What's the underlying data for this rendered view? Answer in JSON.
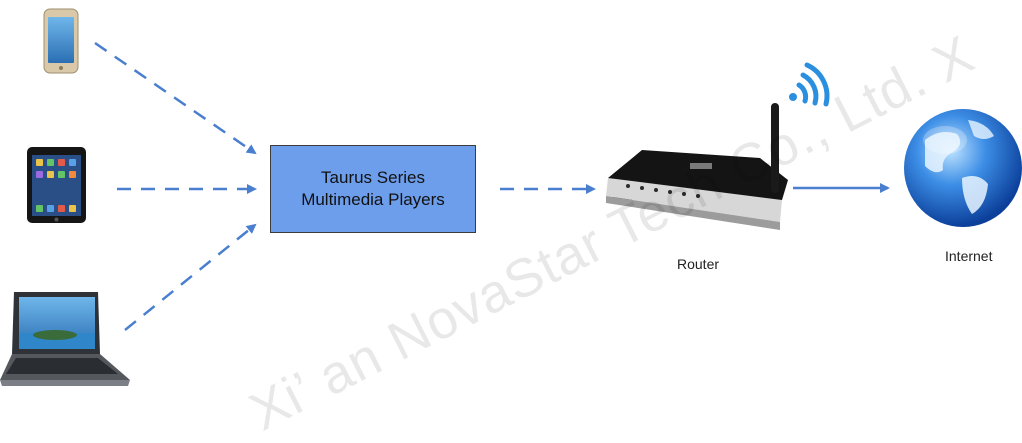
{
  "diagram": {
    "player_box": {
      "line1": "Taurus Series",
      "line2": "Multimedia Players"
    },
    "router": {
      "label": "Router"
    },
    "internet": {
      "label": "Internet"
    },
    "devices": [
      "smartphone",
      "tablet",
      "laptop"
    ],
    "watermark": "Xi’ an NovaStar Tech Co., Ltd. X",
    "colors": {
      "arrow": "#4a7fd0",
      "box_fill": "#6d9eeb",
      "box_border": "#3c3c3c",
      "wifi": "#2b8fe0",
      "globe": "#2166c8"
    }
  }
}
